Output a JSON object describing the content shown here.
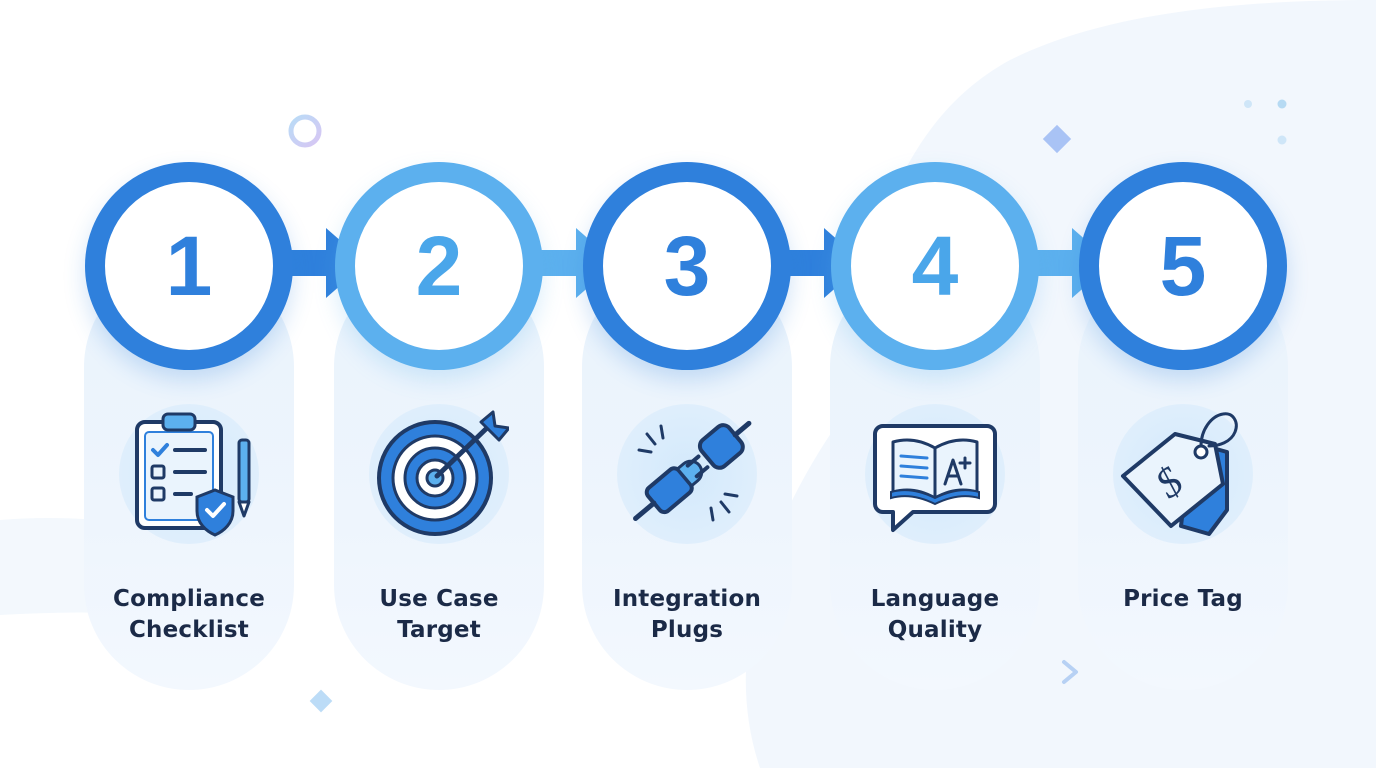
{
  "steps": [
    {
      "number": "1",
      "label_lines": [
        "Compliance",
        "Checklist"
      ],
      "icon": "clipboard-checklist-shield-icon"
    },
    {
      "number": "2",
      "label_lines": [
        "Use Case",
        "Target"
      ],
      "icon": "target-arrow-icon"
    },
    {
      "number": "3",
      "label_lines": [
        "Integration",
        "Plugs"
      ],
      "icon": "plug-connector-icon"
    },
    {
      "number": "4",
      "label_lines": [
        "Language",
        "Quality"
      ],
      "icon": "book-speech-bubble-icon"
    },
    {
      "number": "5",
      "label_lines": [
        "Price Tag"
      ],
      "icon": "price-tag-icon"
    }
  ],
  "colors": {
    "dark_blue": "#2f80dc",
    "light_blue": "#5cb0ee",
    "column_bg": "#e9f3fc",
    "label_text": "#1b2a47",
    "icon_circle": "#d3e9fb"
  }
}
